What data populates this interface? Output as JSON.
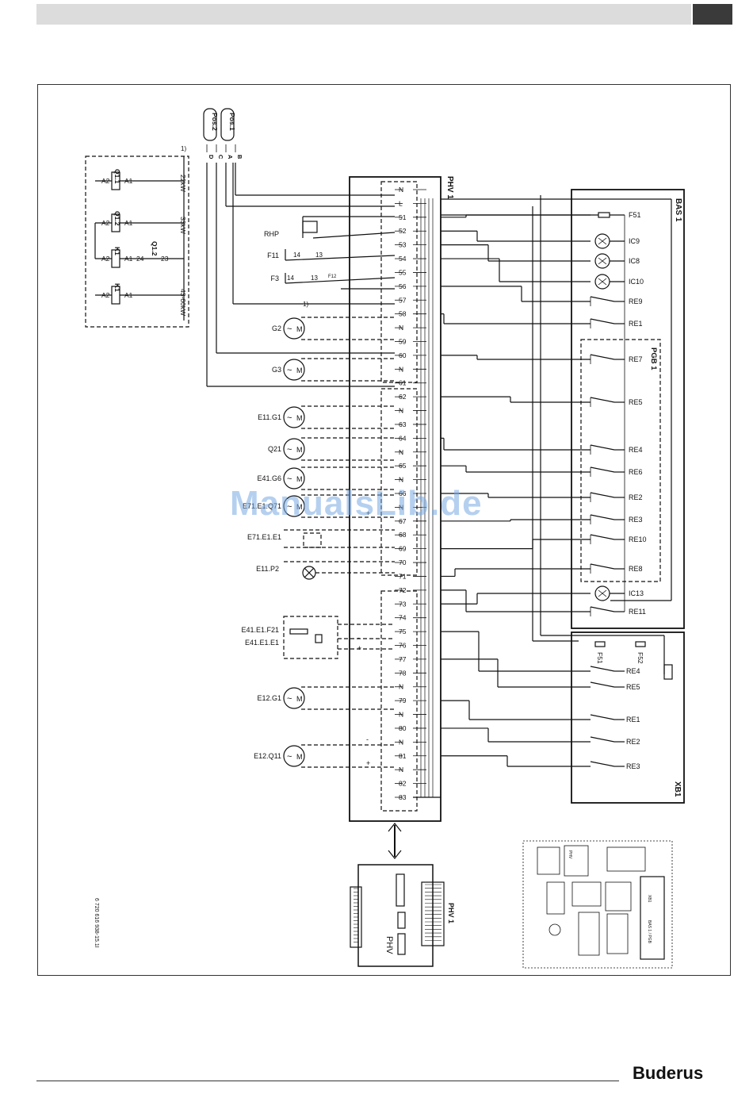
{
  "page": {
    "brand": "Buderus",
    "watermark": "ManualsLib.de",
    "drawing_number": "6 720 616 938-15.1I"
  },
  "modules": {
    "phv": "PHV 1",
    "bas": "BAS 1",
    "pgb": "PGB 1",
    "xb": "XB1"
  },
  "pos_labels": [
    "Pos.2",
    "Pos.1"
  ],
  "bus_letters": [
    "D",
    "C",
    "A",
    "B"
  ],
  "inset": {
    "note": "1)",
    "rows": [
      {
        "relay": "Q1.1",
        "a2": "A2",
        "a1": "A1",
        "power": "22kW"
      },
      {
        "relay": "Q1.2",
        "a2": "A2",
        "a1": "A1",
        "power": "33kW"
      },
      {
        "relay": "K1",
        "a2": "A2",
        "a1": "A1",
        "contact": "Q1.2",
        "c1": "24",
        "c2": "23"
      },
      {
        "relay": "K1",
        "a2": "A2",
        "a1": "A1",
        "power": "43-60kW"
      }
    ]
  },
  "terminals": [
    "N",
    "L",
    "51",
    "52",
    "53",
    "54",
    "55",
    "56",
    "57",
    "58",
    "N",
    "59",
    "60",
    "N",
    "61",
    "62",
    "N",
    "63",
    "64",
    "N",
    "65",
    "N",
    "66",
    "N",
    "67",
    "68",
    "69",
    "70",
    "71",
    "72",
    "73",
    "74",
    "75",
    "76",
    "77",
    "78",
    "N",
    "79",
    "N",
    "80",
    "N",
    "81",
    "N",
    "82",
    "83"
  ],
  "left_components": [
    {
      "label": "RHP"
    },
    {
      "label": "F11",
      "c1": "14",
      "c2": "13"
    },
    {
      "label": "F3",
      "c1": "14",
      "c2": "13",
      "fuse": "F12"
    },
    {
      "label": "1)"
    },
    {
      "label": "G2"
    },
    {
      "label": "G3"
    },
    {
      "label": "E11.G1"
    },
    {
      "label": "Q21"
    },
    {
      "label": "E41.G6"
    },
    {
      "label": "E71.E1.Q71"
    },
    {
      "label": "E71.E1.E1"
    },
    {
      "label": "E11.P2"
    },
    {
      "label": "E41.E1.F21"
    },
    {
      "label": "E41.E1.E1"
    },
    {
      "label": "E12.G1"
    },
    {
      "label": "E12.Q11"
    }
  ],
  "motor_letter": "M",
  "bas_items": [
    "F51",
    "IC9",
    "IC8",
    "IC10",
    "RE9",
    "RE1",
    "RE7",
    "RE5",
    "RE4",
    "RE6",
    "RE2",
    "RE3",
    "RE10",
    "RE8",
    "IC13",
    "RE11"
  ],
  "xb_items": [
    "F51",
    "F52",
    "RE4",
    "RE5",
    "RE1",
    "RE2",
    "RE3"
  ],
  "signs": [
    "+",
    "-",
    "+",
    "-",
    "+"
  ],
  "mini_board_labels": {
    "phv": "PHV",
    "xb": "XB1",
    "bas": "BAS 1 / PGB"
  }
}
